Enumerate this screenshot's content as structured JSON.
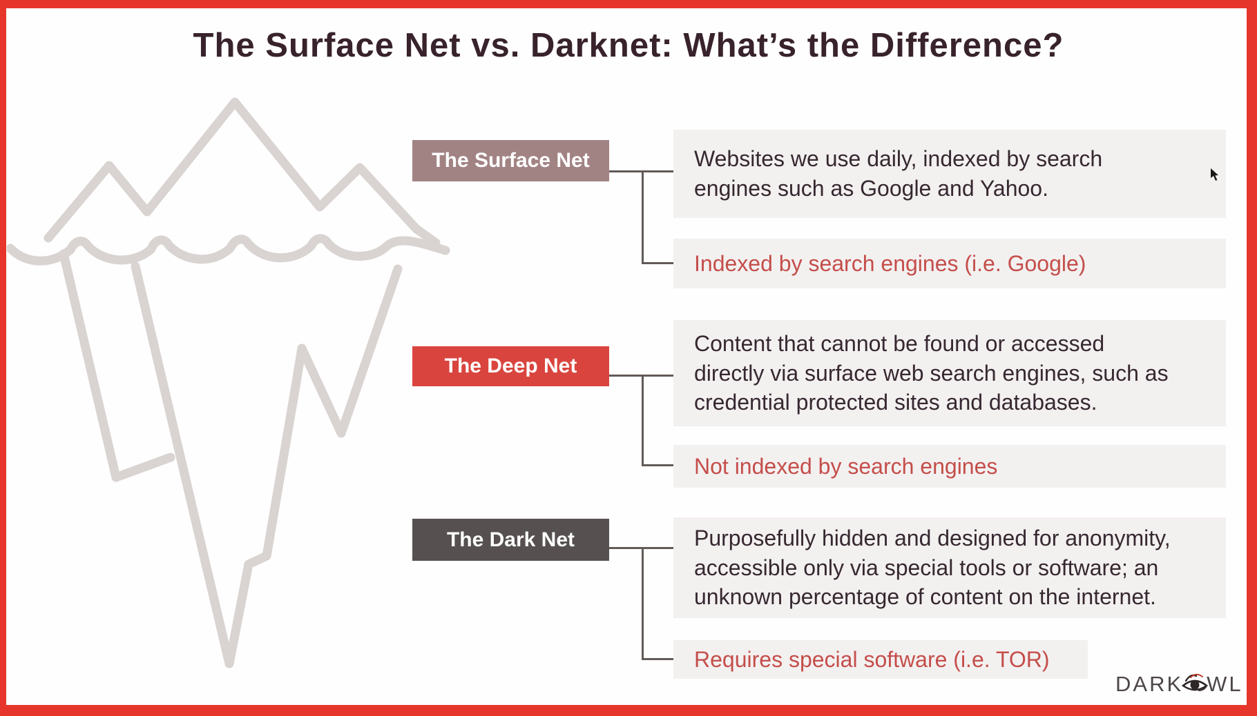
{
  "title": "The Surface Net vs. Darknet: What’s the Difference?",
  "colors": {
    "frame_red": "#e6362b",
    "iceberg_gray": "#d9d3d1",
    "title_text": "#38222b",
    "body_text": "#362830",
    "accent_red_text": "#c44e4a",
    "connector_line": "#615a57",
    "panel_bg": "#f3f0f0",
    "surface_label_bg": "#a28384",
    "deep_label_bg": "#d9453e",
    "dark_label_bg": "#565050",
    "logo_text": "#4d4647"
  },
  "rows": [
    {
      "id": "surface",
      "label": "The Surface Net",
      "label_bg": "#a28384",
      "description": "Websites we use daily, indexed by search\nengines such as Google and Yahoo.",
      "tag": "Indexed by search engines (i.e. Google)"
    },
    {
      "id": "deep",
      "label": "The Deep Net",
      "label_bg": "#d9453e",
      "description": "Content that cannot be found or accessed\ndirectly via surface web search engines, such as\ncredential protected sites and databases.",
      "tag": "Not indexed by search engines"
    },
    {
      "id": "dark",
      "label": "The Dark Net",
      "label_bg": "#565050",
      "description": "Purposefully hidden and designed for anonymity,\naccessible only via special tools or software; an\nunknown percentage of content on the internet.",
      "tag": "Requires special software (i.e. TOR)"
    }
  ],
  "logo": {
    "prefix": "DARK",
    "suffix": "WL",
    "eye_icon": "owl-eye-icon"
  },
  "icons": {
    "illustration": "iceberg-icon",
    "pointer": "mouse-cursor-icon"
  }
}
